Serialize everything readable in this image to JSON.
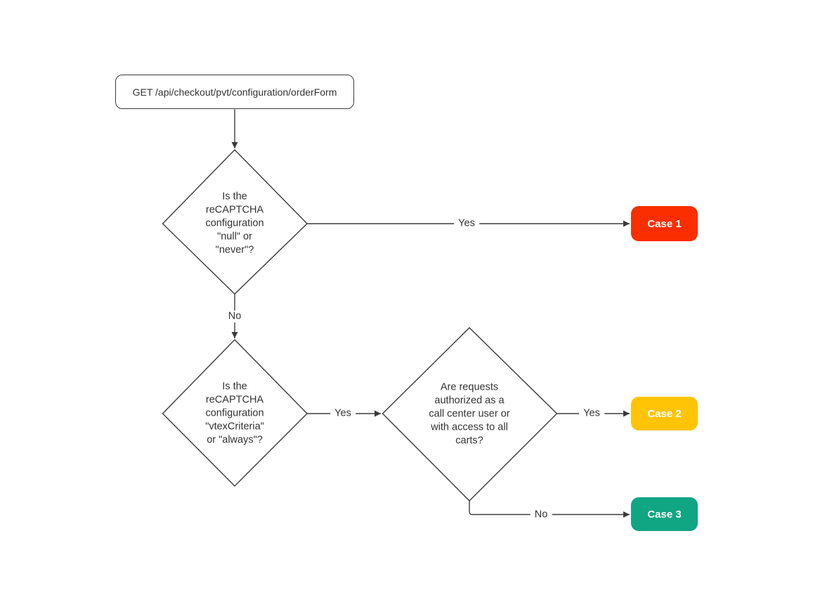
{
  "colors": {
    "background": "#ffffff",
    "edge": "#3b3b3b",
    "node_border": "#3b3b3b",
    "node_fill": "#ffffff",
    "text": "#333333",
    "case_text": "#ffffff"
  },
  "start": {
    "label": "GET /api/checkout/pvt/configuration/orderForm"
  },
  "decisions": [
    {
      "id": "recaptcha-null-never",
      "label": "Is the\nreCAPTCHA\nconfiguration\n\"null\" or\n\"never\"?"
    },
    {
      "id": "recaptcha-vtexcriteria-always",
      "label": "Is the\nreCAPTCHA\nconfiguration\n\"vtexCriteria\"\nor \"always\"?"
    },
    {
      "id": "call-center-or-all-carts",
      "label": "Are requests\nauthorized as a\ncall center user or\nwith access to all\ncarts?"
    }
  ],
  "cases": [
    {
      "label": "Case 1",
      "color": "#FB2E00"
    },
    {
      "label": "Case 2",
      "color": "#FFC405"
    },
    {
      "label": "Case 3",
      "color": "#10A583"
    }
  ],
  "edges": {
    "yes1": "Yes",
    "no1": "No",
    "yes2": "Yes",
    "yes3": "Yes",
    "no2": "No"
  }
}
